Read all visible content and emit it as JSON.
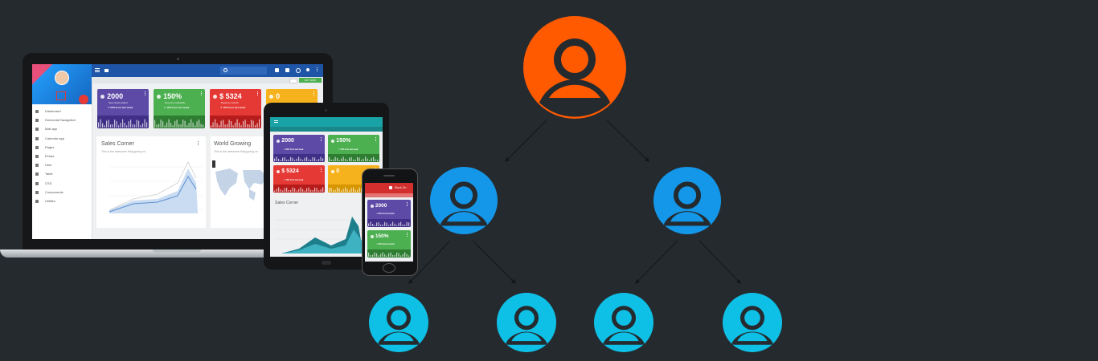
{
  "laptop": {
    "sidebar": [
      "Dashboard",
      "Horizontal Navigation",
      "Mail app",
      "Calendar app",
      "Pages",
      "Extras",
      "User",
      "Table",
      "CSS",
      "Components",
      "Utilities"
    ],
    "cards": [
      {
        "value": "2000",
        "caption": "New clients added",
        "trend": "20% from last week",
        "color": "#5c4aa6",
        "spark": "#3f2f86"
      },
      {
        "value": "150%",
        "caption": "Revenue availability",
        "trend": "15% from last week",
        "color": "#4caf50",
        "spark": "#2e7d32"
      },
      {
        "value": "$ 5324",
        "caption": "Business Growth",
        "trend": "15% from last week",
        "color": "#e53935",
        "spark": "#b71c1c"
      },
      {
        "value": "0",
        "caption": "",
        "trend": "",
        "color": "#f6b21c",
        "spark": "#d79600"
      }
    ],
    "sales_title": "Sales Corner",
    "sales_sub": "This is the awesome thing going on",
    "world_title": "World Growing",
    "world_sub": "This is the awesome thing going on",
    "buy_label": "BUY NOW"
  },
  "tablet": {
    "cards": [
      {
        "value": "2000",
        "trend": "20% from last week",
        "color": "#5c4aa6",
        "spark": "#3f2f86"
      },
      {
        "value": "150%",
        "trend": "15% from last week",
        "color": "#4caf50",
        "spark": "#2e7d32"
      },
      {
        "value": "$ 5324",
        "trend": "15% from last week",
        "color": "#e53935",
        "spark": "#b71c1c"
      },
      {
        "value": "0",
        "trend": "",
        "color": "#f6b21c",
        "spark": "#d79600"
      }
    ],
    "sales_title": "Sales Corner"
  },
  "phone": {
    "header": "Stock On",
    "cards": [
      {
        "value": "2000",
        "trend": "20% from last week",
        "color": "#5c4aa6",
        "spark": "#3f2f86"
      },
      {
        "value": "150%",
        "trend": "15% from last week",
        "color": "#4caf50",
        "spark": "#2e7d32"
      }
    ]
  },
  "hierarchy": {
    "level1_color": "#ff5a00",
    "level2_color": "#1497e8",
    "level3_color": "#0fc0e6",
    "arrow_color": "#14171a"
  }
}
